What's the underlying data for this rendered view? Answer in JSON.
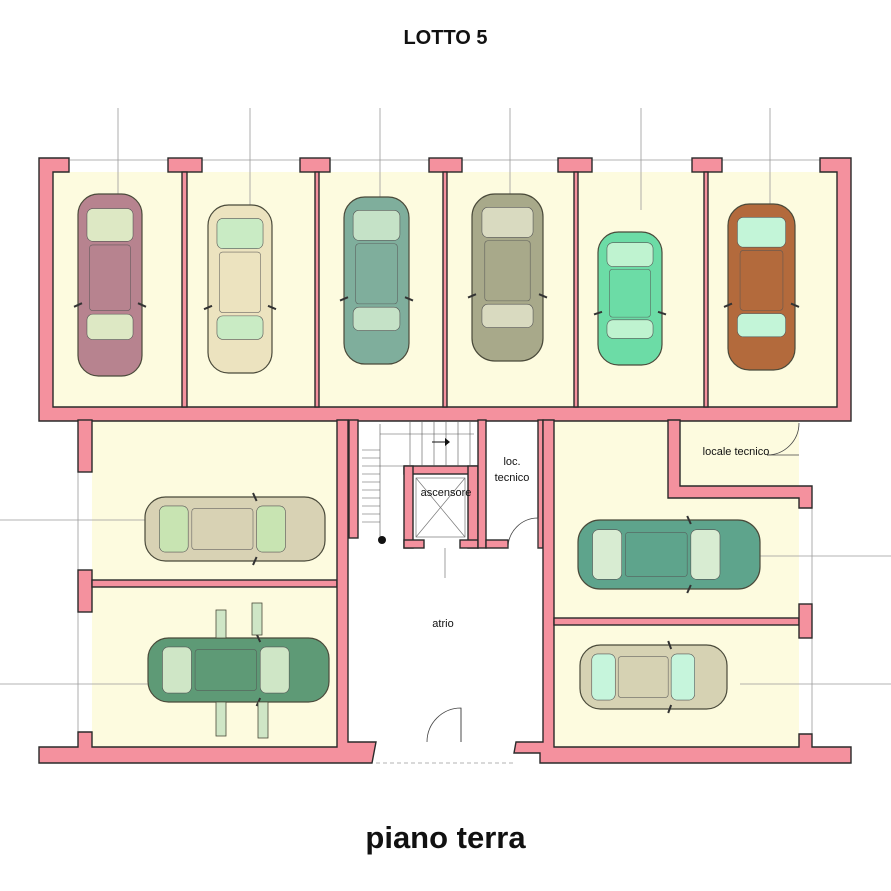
{
  "title": "LOTTO 5",
  "subtitle": "piano  terra",
  "rooms": {
    "ascensore": "ascensore",
    "loc_tecnico_line1": "loc.",
    "loc_tecnico_line2": "tecnico",
    "locale_tecnico": "locale tecnico",
    "atrio": "atrio"
  },
  "colors": {
    "wall": "#f4919e",
    "wall_stroke": "#2a2a2a",
    "floor": "#fdfbdf",
    "line": "#9a9a9a"
  },
  "cars": [
    {
      "id": "car-1",
      "orientation": "vertical",
      "body": "#b7838f",
      "glass": "#dde8c4"
    },
    {
      "id": "car-2",
      "orientation": "vertical",
      "body": "#ece3bf",
      "glass": "#c9ebc4"
    },
    {
      "id": "car-3",
      "orientation": "vertical",
      "body": "#7fae9c",
      "glass": "#c5e2c7"
    },
    {
      "id": "car-4",
      "orientation": "vertical",
      "body": "#a8a98a",
      "glass": "#d9dac0"
    },
    {
      "id": "car-5",
      "orientation": "vertical",
      "body": "#6cdca6",
      "glass": "#bff3d0"
    },
    {
      "id": "car-6",
      "orientation": "vertical",
      "body": "#b36a3c",
      "glass": "#c3f5d8"
    },
    {
      "id": "car-7",
      "orientation": "horizontal",
      "body": "#d8d2b4",
      "glass": "#c8e4b2"
    },
    {
      "id": "car-8",
      "orientation": "horizontal",
      "body": "#5e9a76",
      "glass": "#cfe6c6"
    },
    {
      "id": "car-9",
      "orientation": "horizontal",
      "body": "#5ea48c",
      "glass": "#d8ecd2"
    },
    {
      "id": "car-10",
      "orientation": "horizontal",
      "body": "#d6d2b3",
      "glass": "#c6f5dc"
    }
  ]
}
